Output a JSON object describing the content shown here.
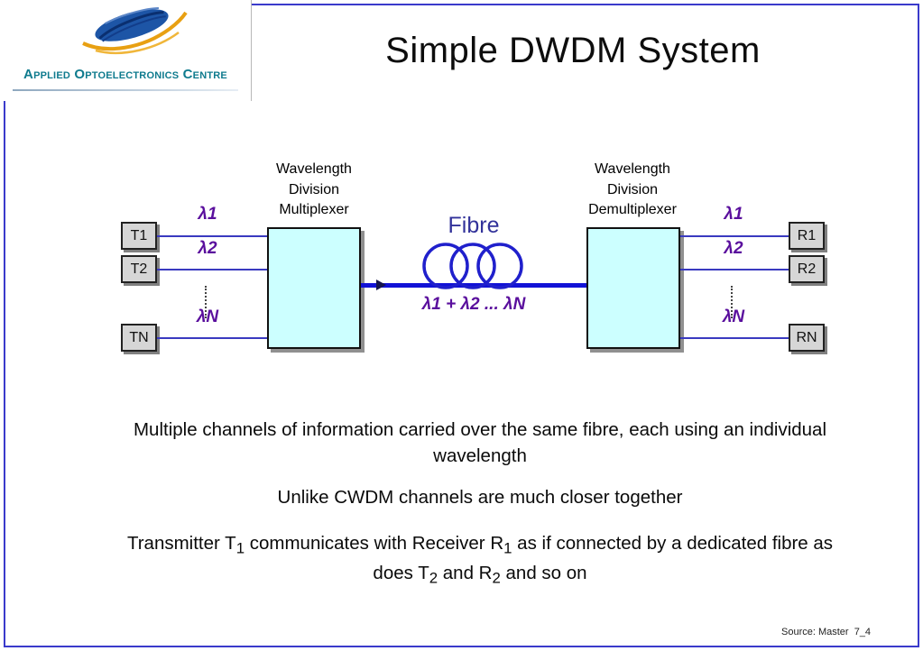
{
  "header": {
    "title": "Simple DWDM System",
    "logo_text": "Applied Optoelectronics Centre"
  },
  "diagram": {
    "mux_label": "Wavelength\nDivision\nMultiplexer",
    "demux_label": "Wavelength\nDivision\nDemultiplexer",
    "fibre_label": "Fibre",
    "fibre_equation": "λ1 + λ2 ... λN",
    "transmitters": [
      "T1",
      "T2",
      "TN"
    ],
    "receivers": [
      "R1",
      "R2",
      "RN"
    ],
    "left_wavelengths": [
      "λ1",
      "λ2",
      "λN"
    ],
    "right_wavelengths": [
      "λ1",
      "λ2",
      "λN"
    ]
  },
  "body": {
    "para1": "Multiple channels of information carried over the same fibre, each using an individual wavelength",
    "para2": "Unlike CWDM channels are much closer together",
    "para3": {
      "s1": "Transmitter T",
      "sub1": "1",
      "s2": " communicates with Receiver R",
      "sub2": "1",
      "s3": " as if connected by a dedicated fibre as does T",
      "sub3": "2",
      "s4": " and R",
      "sub4": "2",
      "s5": " and so on"
    }
  },
  "footer": {
    "source": "Source: Master  7_4"
  },
  "colors": {
    "accent_blue": "#3a3acb",
    "cyan_box": "#ccffff",
    "lambda_purple": "#5a0f9d",
    "fibre_navy": "#32329a",
    "logo_teal": "#0f7b8e"
  }
}
